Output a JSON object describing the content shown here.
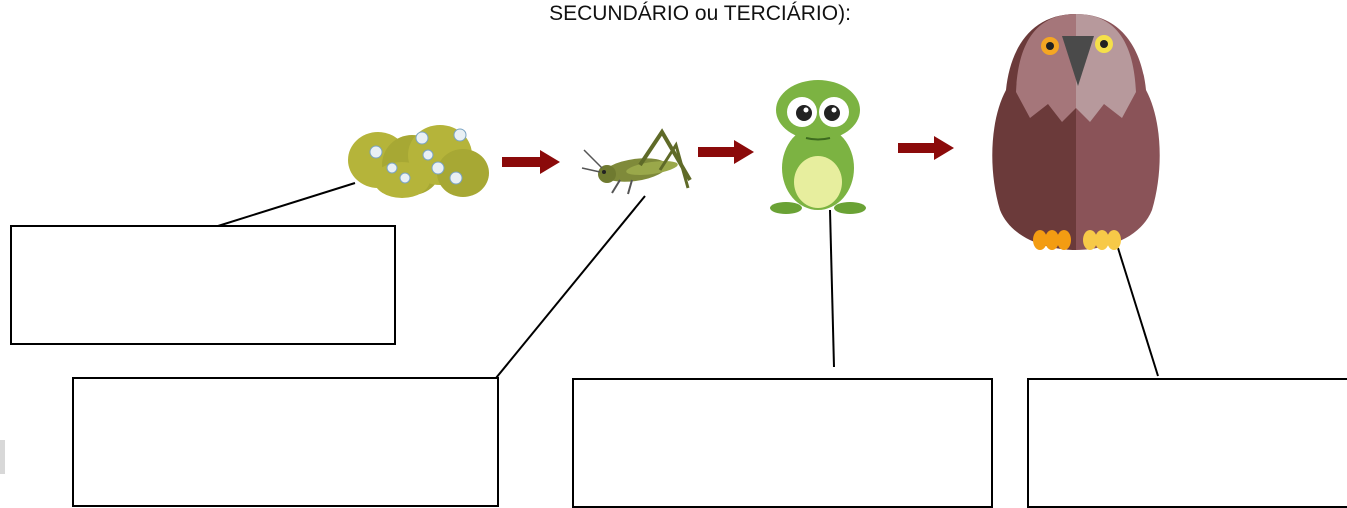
{
  "worksheet": {
    "instruction_line": "SECUNDÁRIO ou TERCIÁRIO):"
  },
  "food_chain": {
    "organisms": [
      {
        "name": "plant",
        "icon": "flowering-bush-icon"
      },
      {
        "name": "grasshopper",
        "icon": "grasshopper-icon"
      },
      {
        "name": "frog",
        "icon": "frog-icon"
      },
      {
        "name": "hawk",
        "icon": "hawk-icon"
      }
    ],
    "arrow_color": "#8b0a0a",
    "answer_boxes": [
      {
        "for": "plant",
        "value": ""
      },
      {
        "for": "grasshopper",
        "value": ""
      },
      {
        "for": "frog",
        "value": ""
      },
      {
        "for": "hawk",
        "value": ""
      }
    ]
  }
}
